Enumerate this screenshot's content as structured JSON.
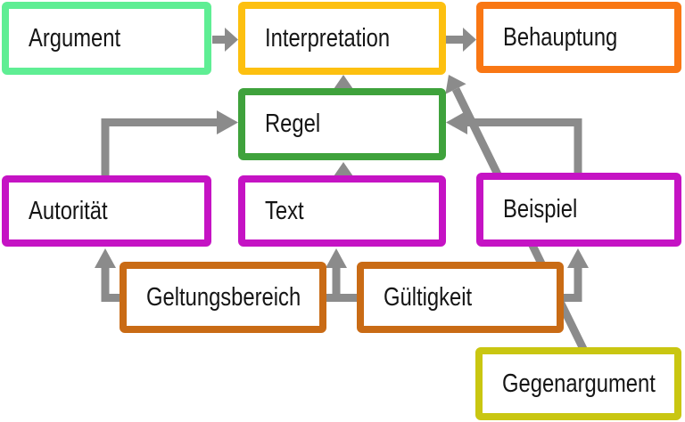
{
  "diagram": {
    "background": "#FFFFFF",
    "arrow_color": "#8B8B8B",
    "nodes": [
      {
        "id": "argument",
        "label": "Argument",
        "border_color": "#5FEE94"
      },
      {
        "id": "interpretation",
        "label": "Interpretation",
        "border_color": "#FDC010"
      },
      {
        "id": "behauptung",
        "label": "Behauptung",
        "border_color": "#F97714"
      },
      {
        "id": "regel",
        "label": "Regel",
        "border_color": "#3FA23C"
      },
      {
        "id": "autoritaet",
        "label": "Autorität",
        "border_color": "#C513C4"
      },
      {
        "id": "text",
        "label": "Text",
        "border_color": "#C513C4"
      },
      {
        "id": "beispiel",
        "label": "Beispiel",
        "border_color": "#C513C4"
      },
      {
        "id": "geltungsbereich",
        "label": "Geltungsbereich",
        "border_color": "#C96B15"
      },
      {
        "id": "gueltigkeit",
        "label": "Gültigkeit",
        "border_color": "#C96B15"
      },
      {
        "id": "gegenargument",
        "label": "Gegenargument",
        "border_color": "#C9C611"
      }
    ],
    "edges": [
      {
        "from": "Argument",
        "to": "Interpretation"
      },
      {
        "from": "Interpretation",
        "to": "Behauptung"
      },
      {
        "from": "Regel",
        "to": "Interpretation"
      },
      {
        "from": "Autorität",
        "to": "Regel"
      },
      {
        "from": "Text",
        "to": "Regel"
      },
      {
        "from": "Beispiel",
        "to": "Regel"
      },
      {
        "from": "Geltungsbereich",
        "to": "Autorität"
      },
      {
        "from": "Geltungsbereich",
        "to": "Text"
      },
      {
        "from": "Gültigkeit",
        "to": "Text"
      },
      {
        "from": "Gültigkeit",
        "to": "Beispiel"
      },
      {
        "from": "Gegenargument",
        "to": "Interpretation"
      }
    ]
  }
}
